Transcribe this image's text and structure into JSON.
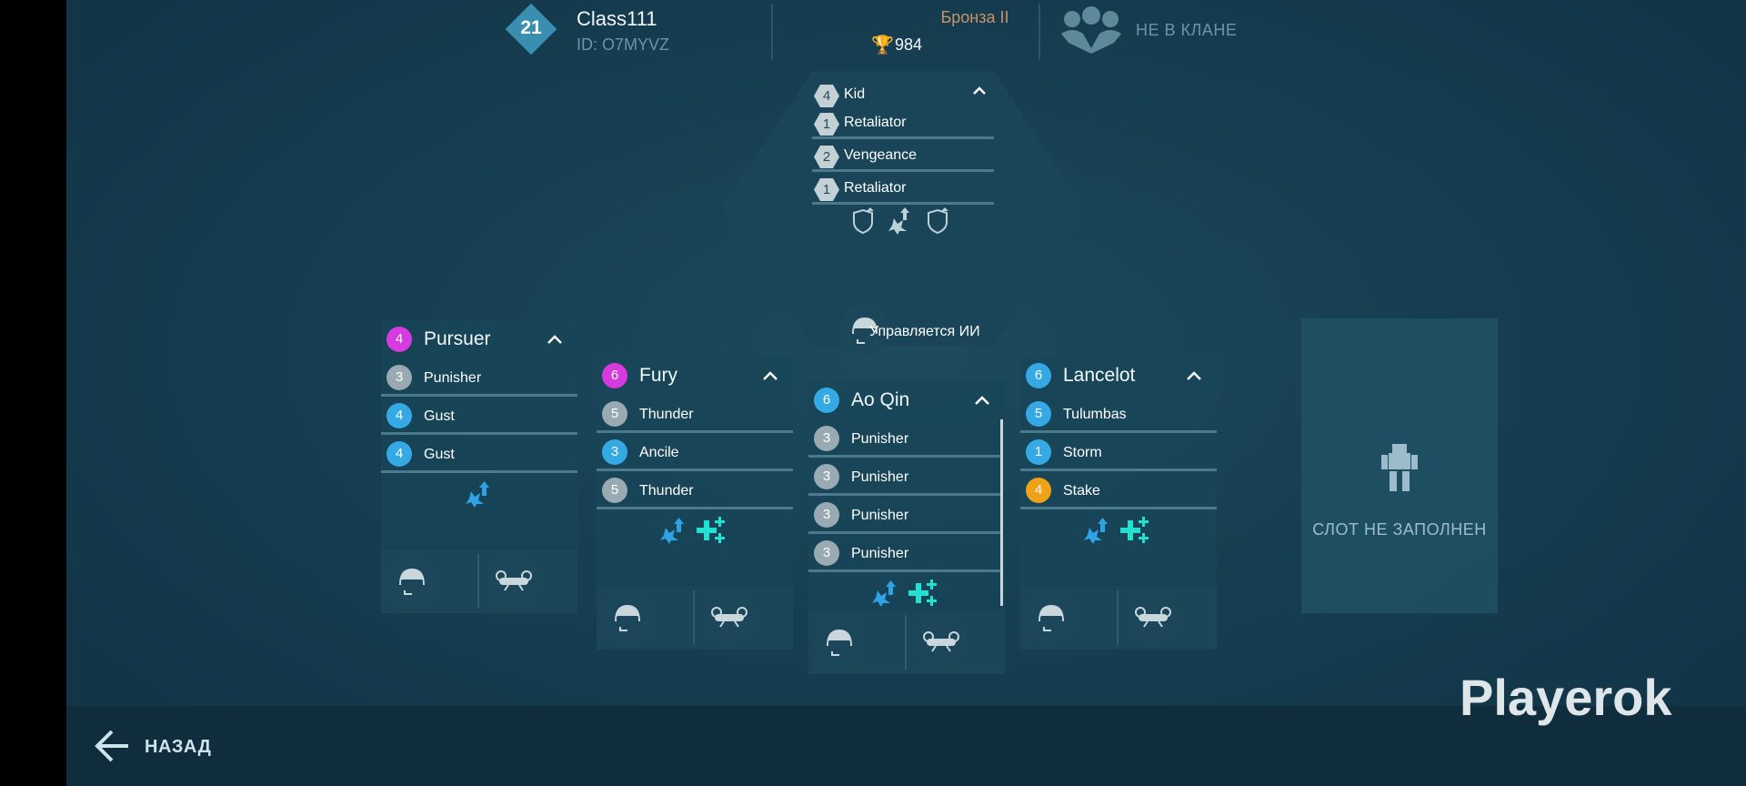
{
  "player": {
    "level": "21",
    "name": "Class111",
    "id_text": "ID: O7MYVZ",
    "league": "Бронза II",
    "trophies": "984",
    "clan_status": "НЕ В КЛАНЕ"
  },
  "leader": {
    "robot": {
      "level": "4",
      "name": "Kid"
    },
    "weapons": [
      {
        "level": "1",
        "name": "Retaliator"
      },
      {
        "level": "2",
        "name": "Vengeance"
      },
      {
        "level": "1",
        "name": "Retaliator"
      }
    ],
    "ai_label": "Управляется ИИ"
  },
  "cards": [
    {
      "name": "Pursuer",
      "level": "4",
      "level_color": "#d63ae0",
      "weapons": [
        {
          "level": "3",
          "name": "Punisher",
          "color": "#9aaab3"
        },
        {
          "level": "4",
          "name": "Gust",
          "color": "#35a9e4"
        },
        {
          "level": "4",
          "name": "Gust",
          "color": "#35a9e4"
        }
      ]
    },
    {
      "name": "Fury",
      "level": "6",
      "level_color": "#d63ae0",
      "weapons": [
        {
          "level": "5",
          "name": "Thunder",
          "color": "#9aaab3"
        },
        {
          "level": "3",
          "name": "Ancile",
          "color": "#35a9e4"
        },
        {
          "level": "5",
          "name": "Thunder",
          "color": "#9aaab3"
        }
      ]
    },
    {
      "name": "Ao Qin",
      "level": "6",
      "level_color": "#35a9e4",
      "weapons": [
        {
          "level": "3",
          "name": "Punisher",
          "color": "#9aaab3"
        },
        {
          "level": "3",
          "name": "Punisher",
          "color": "#9aaab3"
        },
        {
          "level": "3",
          "name": "Punisher",
          "color": "#9aaab3"
        },
        {
          "level": "3",
          "name": "Punisher",
          "color": "#9aaab3"
        }
      ]
    },
    {
      "name": "Lancelot",
      "level": "6",
      "level_color": "#35a9e4",
      "weapons": [
        {
          "level": "5",
          "name": "Tulumbas",
          "color": "#35a9e4"
        },
        {
          "level": "1",
          "name": "Storm",
          "color": "#35a9e4"
        },
        {
          "level": "4",
          "name": "Stake",
          "color": "#f0a117"
        }
      ]
    }
  ],
  "empty_slot": {
    "label": "СЛОТ НЕ ЗАПОЛНЕН"
  },
  "back_label": "НАЗАД",
  "watermark": "Playerok",
  "icons": {
    "clan": "clan-people-icon",
    "trophy": "trophy-icon",
    "pilot": "pilot-helmet-icon",
    "drone": "drone-icon",
    "module_damage": "damage-boost-icon",
    "module_repair": "repair-icon",
    "empty_slot": "robot-silhouette-icon",
    "back": "arrow-left-icon"
  }
}
